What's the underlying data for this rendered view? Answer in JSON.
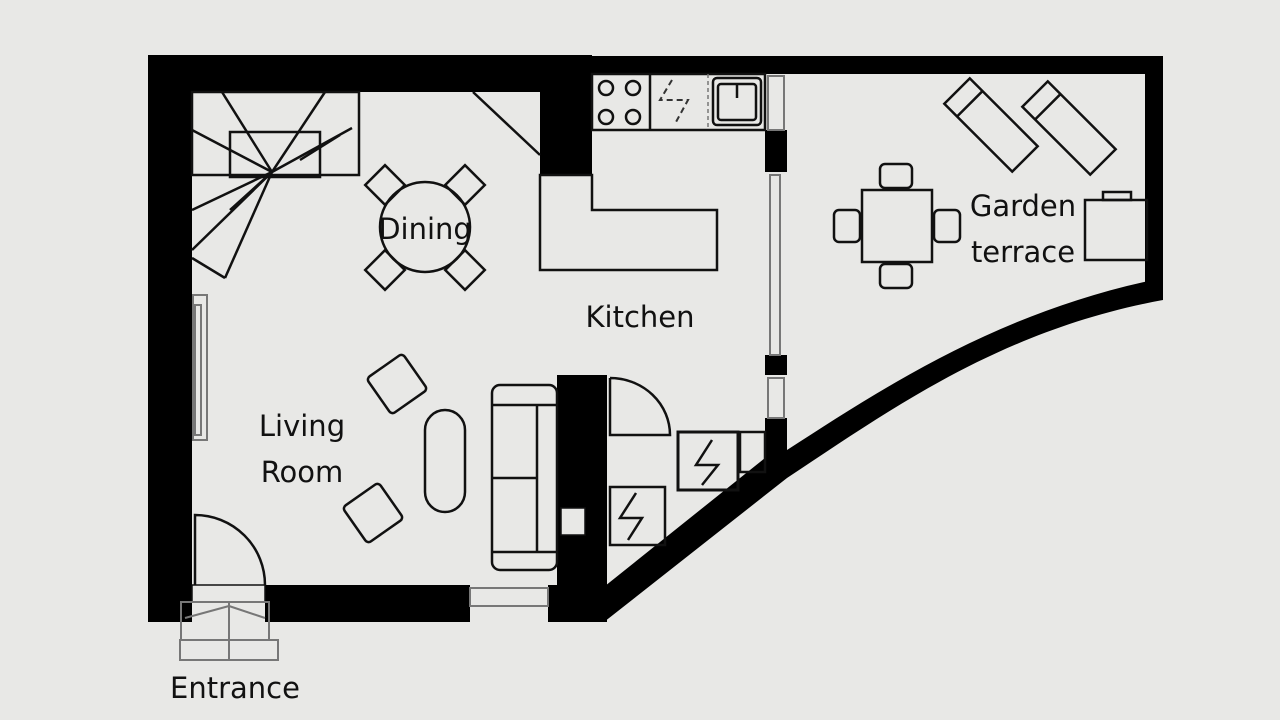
{
  "plan": {
    "rooms": {
      "dining": "Dining",
      "kitchen": "Kitchen",
      "garden_line1": "Garden",
      "garden_line2": "terrace",
      "living_line1": "Living",
      "living_line2": "Room",
      "entrance": "Entrance"
    },
    "colors": {
      "background": "#e8e8e6",
      "wall": "#000000",
      "line": "#111111"
    }
  }
}
